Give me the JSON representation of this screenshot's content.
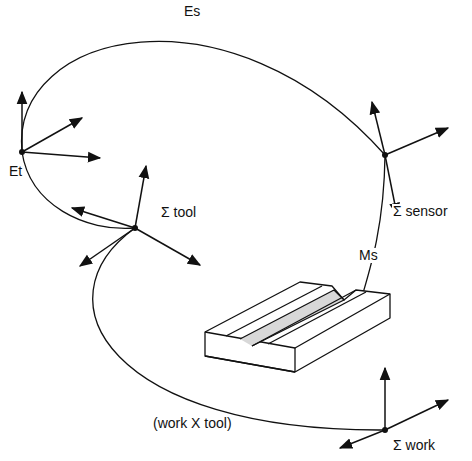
{
  "diagram": {
    "labels": [
      "Es",
      "Et",
      "Σ sensor",
      "Σ tool",
      "Ms",
      "(work X tool)",
      "Σ work"
    ]
  }
}
